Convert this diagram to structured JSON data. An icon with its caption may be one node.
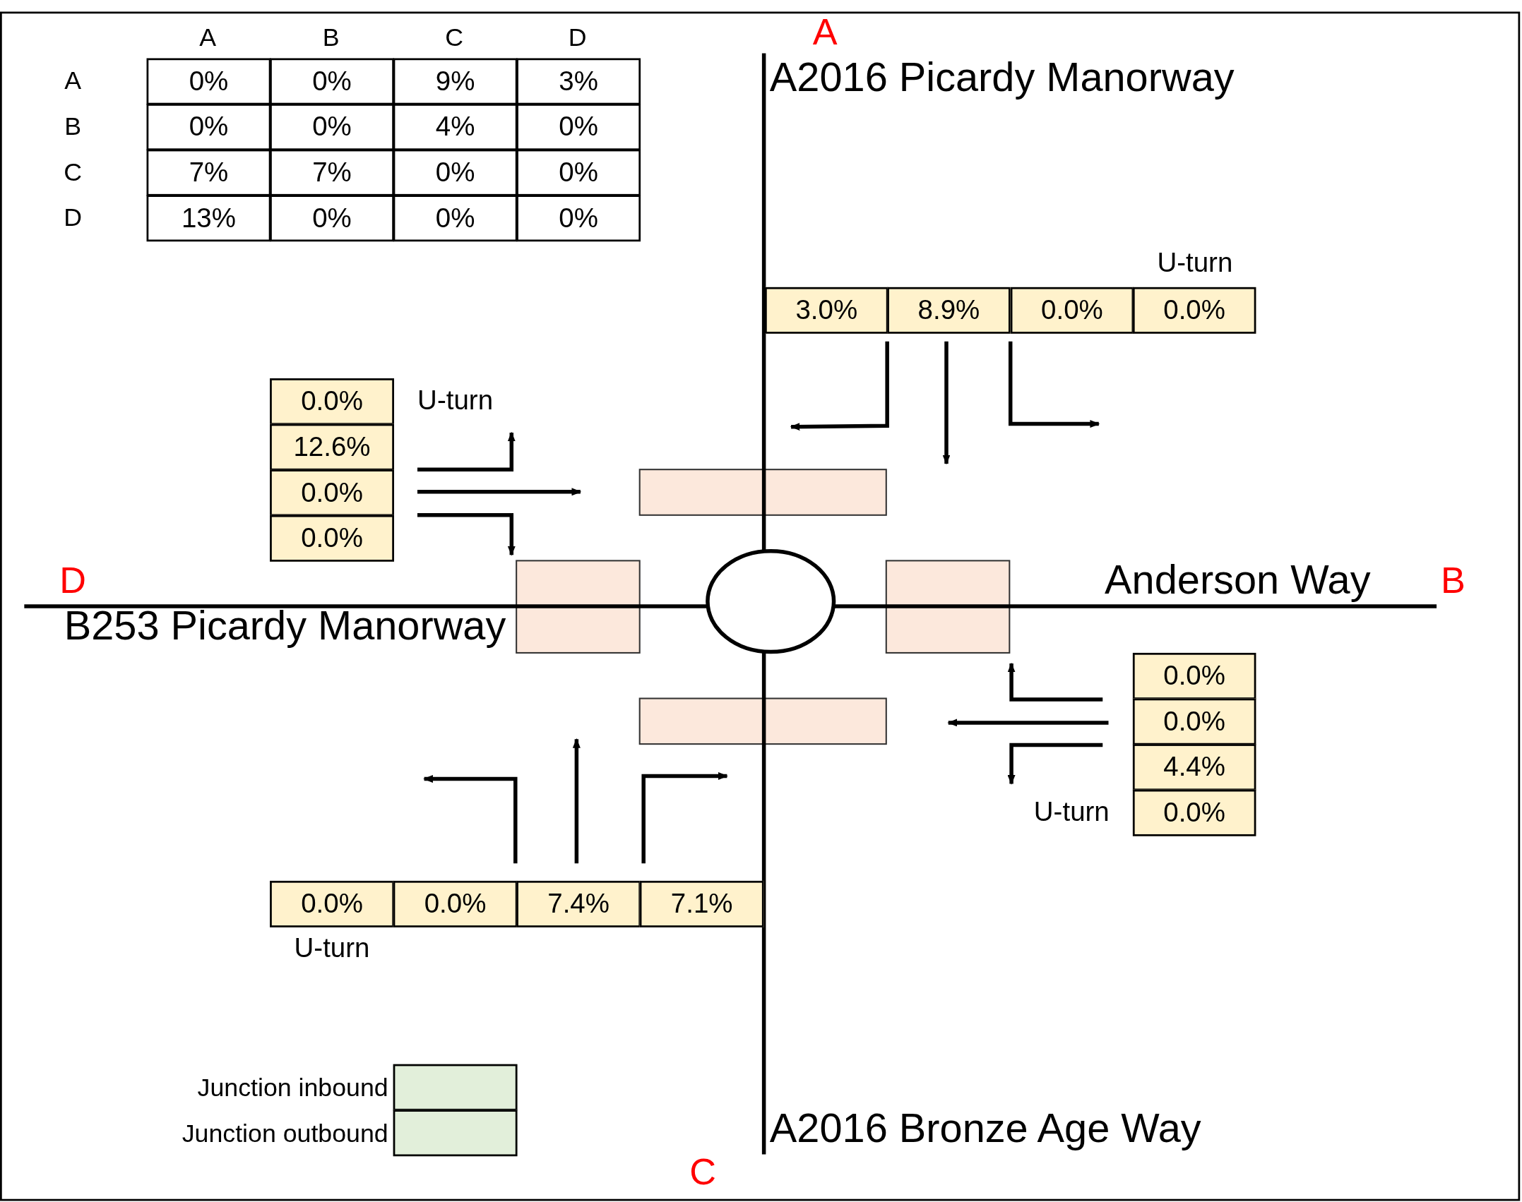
{
  "diagram": {
    "labels": [
      "A",
      "B",
      "C",
      "D",
      "A",
      "0%",
      "0%",
      "9%",
      "3%",
      "B",
      "0%",
      "0%",
      "4%",
      "0%",
      "C",
      "7%",
      "7%",
      "0%",
      "0%",
      "D",
      "13%",
      "0%",
      "0%",
      "0%",
      "A",
      "A2016 Picardy Manorway",
      "U-turn",
      "3.0%",
      "8.9%",
      "0.0%",
      "0.0%",
      "0.0%",
      "U-turn",
      "12.6%",
      "0.0%",
      "0.0%",
      "D",
      "Anderson Way",
      "B",
      "B253 Picardy Manorway",
      "0.0%",
      "0.0%",
      "4.4%",
      "U-turn",
      "0.0%",
      "0.0%",
      "0.0%",
      "7.4%",
      "7.1%",
      "U-turn",
      "A2016 Bronze Age Way",
      "C"
    ],
    "legend": [
      {
        "text": "Junction inbound",
        "color": "#e2efda"
      },
      {
        "text": "Junction outbound",
        "color": "#e2efda"
      }
    ]
  }
}
